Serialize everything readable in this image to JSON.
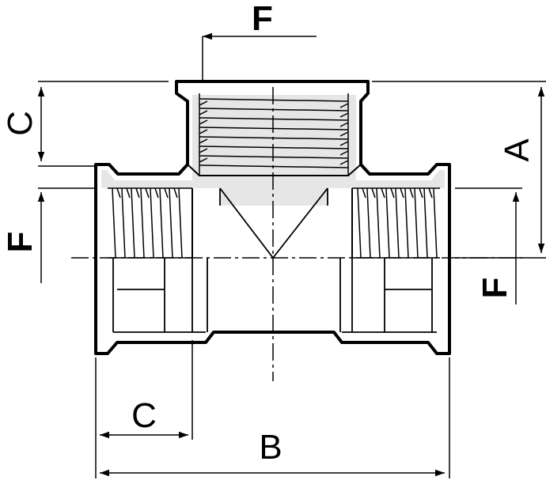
{
  "drawing": {
    "labels": {
      "a": "A",
      "b": "B",
      "c_top": "C",
      "c_bottom": "C",
      "f_top": "F",
      "f_left": "F",
      "f_right": "F"
    }
  },
  "colors": {
    "line": "#000000",
    "fill_gray": "#e6e6e6",
    "background": "#ffffff"
  }
}
